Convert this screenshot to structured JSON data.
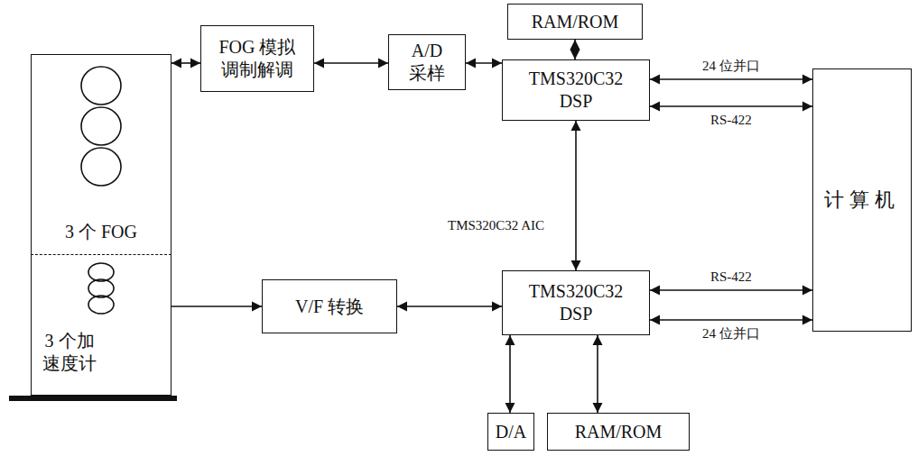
{
  "diagram": {
    "nodes": [
      {
        "text": [
          "3 个 FOG"
        ]
      },
      {
        "text": [
          "3 个加 速度计"
        ]
      },
      {
        "text": [
          "FOG 模拟 调制解调"
        ]
      },
      {
        "text": [
          "A/D 采样"
        ]
      },
      {
        "text": [
          "TMS320C32 DSP"
        ]
      },
      {
        "text": [
          "RAM/ROM"
        ]
      },
      {
        "text": [
          "计算机"
        ]
      },
      {
        "text": [
          "V/F 转换"
        ]
      },
      {
        "text": [
          "TMS320C32 DSP"
        ]
      },
      {
        "text": [
          "D/A"
        ]
      },
      {
        "text": [
          "RAM/ROM"
        ]
      }
    ],
    "edges": [
      {
        "from": 0,
        "to": 2,
        "arrow": "both"
      },
      {
        "from": 2,
        "to": 3,
        "arrow": "both"
      },
      {
        "from": 3,
        "to": 4,
        "arrow": "both"
      },
      {
        "from": 5,
        "to": 4,
        "arrow": "both"
      },
      {
        "from": 4,
        "to": 6,
        "arrow": "both",
        "label": "24 位并口"
      },
      {
        "from": 4,
        "to": 6,
        "arrow": "both",
        "label": "RS-422"
      },
      {
        "from": 4,
        "to": 8,
        "arrow": "both",
        "label": "TMS320C32 AIC"
      },
      {
        "from": 1,
        "to": 7,
        "arrow": "to"
      },
      {
        "from": 7,
        "to": 8,
        "arrow": "both"
      },
      {
        "from": 8,
        "to": 6,
        "arrow": "both",
        "label": "RS-422"
      },
      {
        "from": 8,
        "to": 6,
        "arrow": "both",
        "label": "24 位并口"
      },
      {
        "from": 9,
        "to": 8,
        "arrow": "both"
      },
      {
        "from": 10,
        "to": 8,
        "arrow": "both"
      }
    ]
  }
}
